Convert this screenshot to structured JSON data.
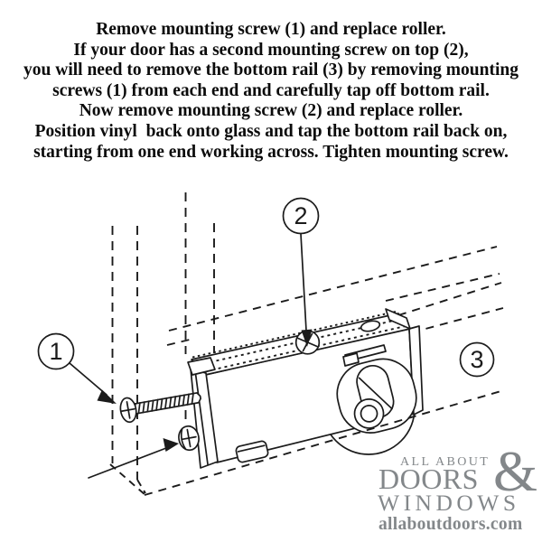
{
  "instructions": {
    "lines": [
      "Remove mounting screw (1) and replace roller.",
      "If your door has a second mounting screw on top (2),",
      "you will need to remove the bottom rail (3) by removing mounting",
      "screws (1) from each end and carefully tap off bottom rail.",
      "Now remove mounting screw (2) and replace roller.",
      "Position vinyl  back onto glass and tap the bottom rail back on,",
      "starting from one end working across. Tighten mounting screw."
    ]
  },
  "diagram": {
    "callouts": [
      {
        "label": "1"
      },
      {
        "label": "2"
      },
      {
        "label": "3"
      }
    ]
  },
  "logo": {
    "line1": "ALL ABOUT",
    "ampersand": "&",
    "line2": "DOORS",
    "line3": "WINDOWS",
    "website": "allaboutdoors.com",
    "colors": {
      "gray": "#83878a",
      "green": "#66bf6a",
      "line": "#1b1b1b"
    }
  }
}
